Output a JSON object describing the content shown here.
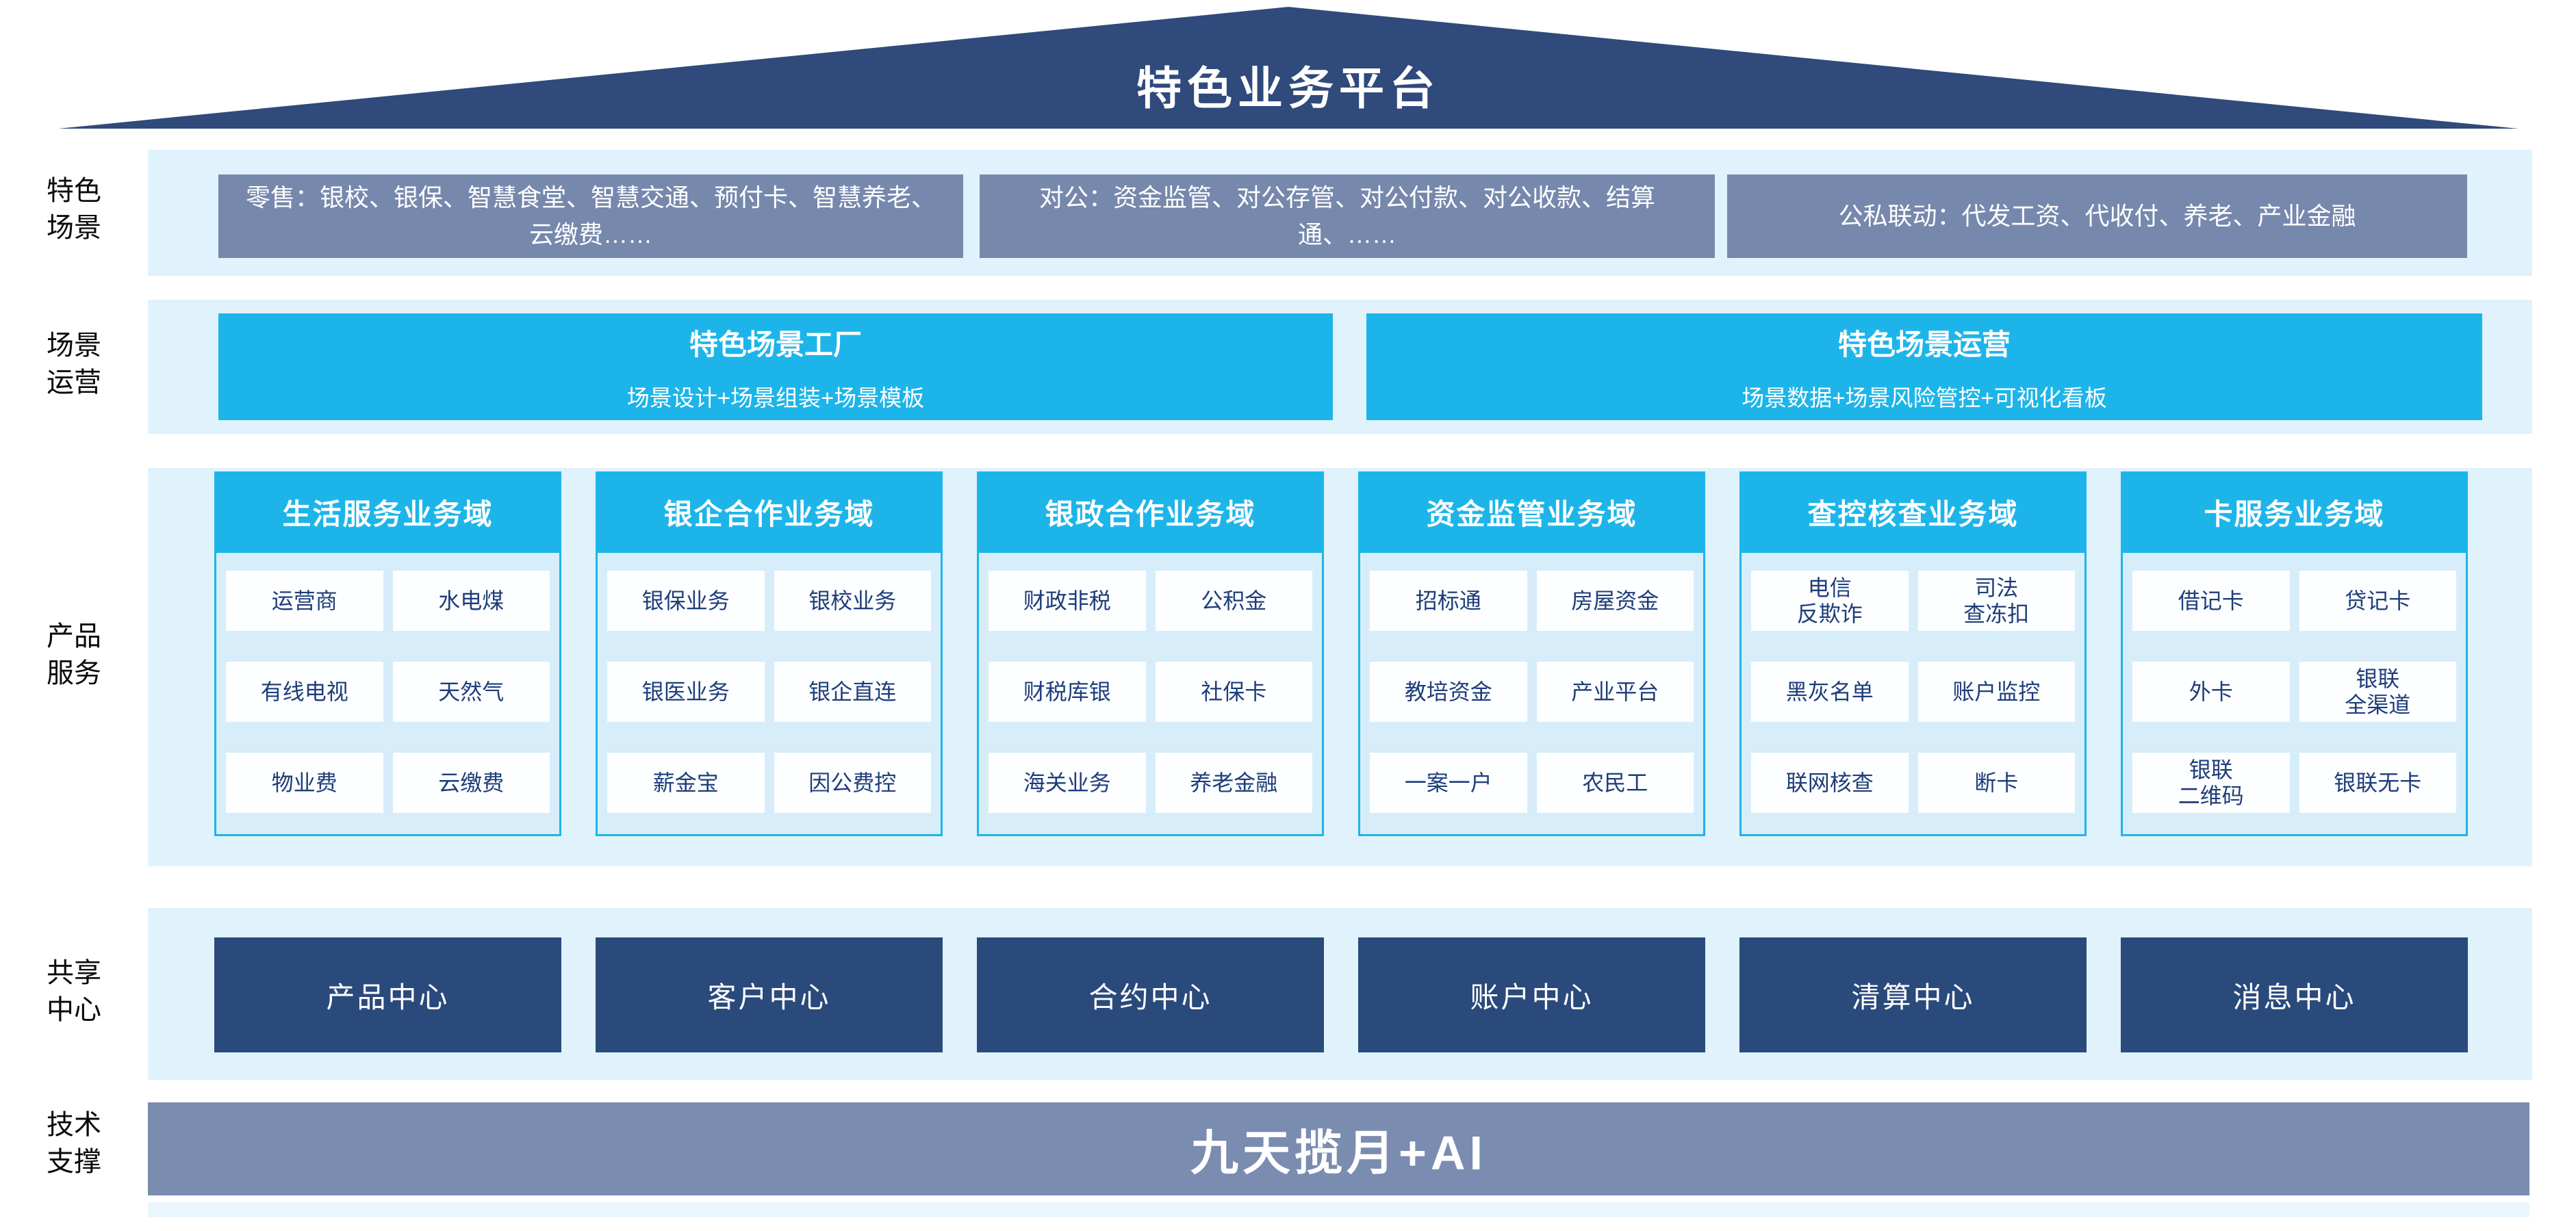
{
  "header": {
    "title": "特色业务平台"
  },
  "side_labels": [
    {
      "text": "特色\n场景"
    },
    {
      "text": "场景\n运营"
    },
    {
      "text": "产品\n服务"
    },
    {
      "text": "共享\n中心"
    },
    {
      "text": "技术\n支撑"
    }
  ],
  "scene_row": {
    "boxes": [
      {
        "text": "零售：银校、银保、智慧食堂、智慧交通、预付卡、智慧养老、云缴费……"
      },
      {
        "text": "对公：资金监管、对公存管、对公付款、对公收款、结算通、……"
      },
      {
        "text": "公私联动：代发工资、代收付、养老、产业金融"
      }
    ]
  },
  "operation_row": {
    "boxes": [
      {
        "title": "特色场景工厂",
        "subtitle": "场景设计+场景组装+场景模板"
      },
      {
        "title": "特色场景运营",
        "subtitle": "场景数据+场景风险管控+可视化看板"
      }
    ]
  },
  "product_row": {
    "columns": [
      {
        "header": "生活服务业务域",
        "items": [
          "运营商",
          "水电煤",
          "有线电视",
          "天然气",
          "物业费",
          "云缴费"
        ]
      },
      {
        "header": "银企合作业务域",
        "items": [
          "银保业务",
          "银校业务",
          "银医业务",
          "银企直连",
          "薪金宝",
          "因公费控"
        ]
      },
      {
        "header": "银政合作业务域",
        "items": [
          "财政非税",
          "公积金",
          "财税库银",
          "社保卡",
          "海关业务",
          "养老金融"
        ]
      },
      {
        "header": "资金监管业务域",
        "items": [
          "招标通",
          "房屋资金",
          "教培资金",
          "产业平台",
          "一案一户",
          "农民工"
        ]
      },
      {
        "header": "查控核查业务域",
        "items": [
          "电信\n反欺诈",
          "司法\n查冻扣",
          "黑灰名单",
          "账户监控",
          "联网核查",
          "断卡"
        ]
      },
      {
        "header": "卡服务业务域",
        "items": [
          "借记卡",
          "贷记卡",
          "外卡",
          "银联\n全渠道",
          "银联\n二维码",
          "银联无卡"
        ]
      }
    ]
  },
  "share_row": {
    "boxes": [
      {
        "label": "产品中心"
      },
      {
        "label": "客户中心"
      },
      {
        "label": "合约中心"
      },
      {
        "label": "账户中心"
      },
      {
        "label": "清算中心"
      },
      {
        "label": "消息中心"
      }
    ]
  },
  "tech_row": {
    "label": "九天揽月+AI"
  },
  "colors": {
    "roof_navy": "#2f4a7b",
    "layer_band": "#e0f2fc",
    "scene_box_gray_blue": "#7788ad",
    "accent_cyan": "#1db5e9",
    "column_body": "#d7edfa",
    "item_text_navy": "#1e3d7a",
    "share_box_navy": "#2a4a7b",
    "tech_bar_gray_blue": "#7b8cb1"
  }
}
